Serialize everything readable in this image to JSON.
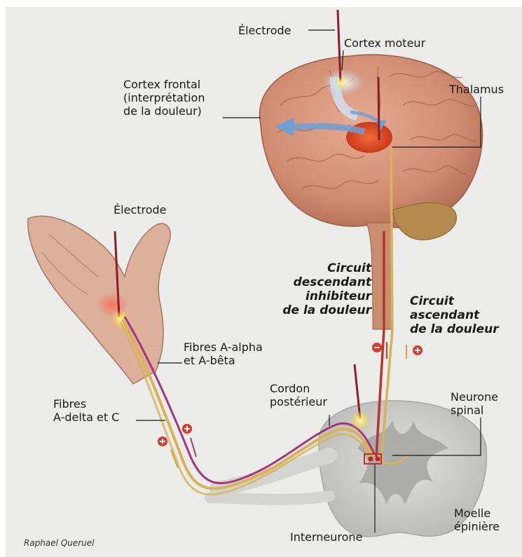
{
  "labels": {
    "electrode_top": "Électrode",
    "cortex_moteur": "Cortex moteur",
    "cortex_frontal": [
      "Cortex frontal",
      "(interprétation",
      "de la douleur)"
    ],
    "thalamus": "Thalamus",
    "electrode_hand": "Électrode",
    "circuit_descendant": [
      "Circuit",
      "descendant",
      "inhibiteur",
      "de la douleur"
    ],
    "circuit_ascendant": [
      "Circuit",
      "ascendant",
      "de la douleur"
    ],
    "fibres_alpha": [
      "Fibres A-alpha",
      "et A-bêta"
    ],
    "fibres_delta": [
      "Fibres",
      "A-delta et C"
    ],
    "cordon": [
      "Cordon",
      "postérieur"
    ],
    "neurone_spinal": [
      "Neurone",
      "spinal"
    ],
    "moelle": [
      "Moelle",
      "épinière"
    ],
    "interneurone": "Interneurone"
  },
  "credit": "Raphael Queruel",
  "colors": {
    "background": "#ececeb",
    "brain": "#d9967b",
    "thalamus": "#d8481e",
    "cortex_motor_glow": "#cfe4f3",
    "arrow_blue": "#6e9fd6",
    "fiber_red": "#b8342c",
    "fiber_yellow": "#d9b35a",
    "fiber_magenta": "#a6357a",
    "spinal_cord": "#cdcdcb"
  }
}
